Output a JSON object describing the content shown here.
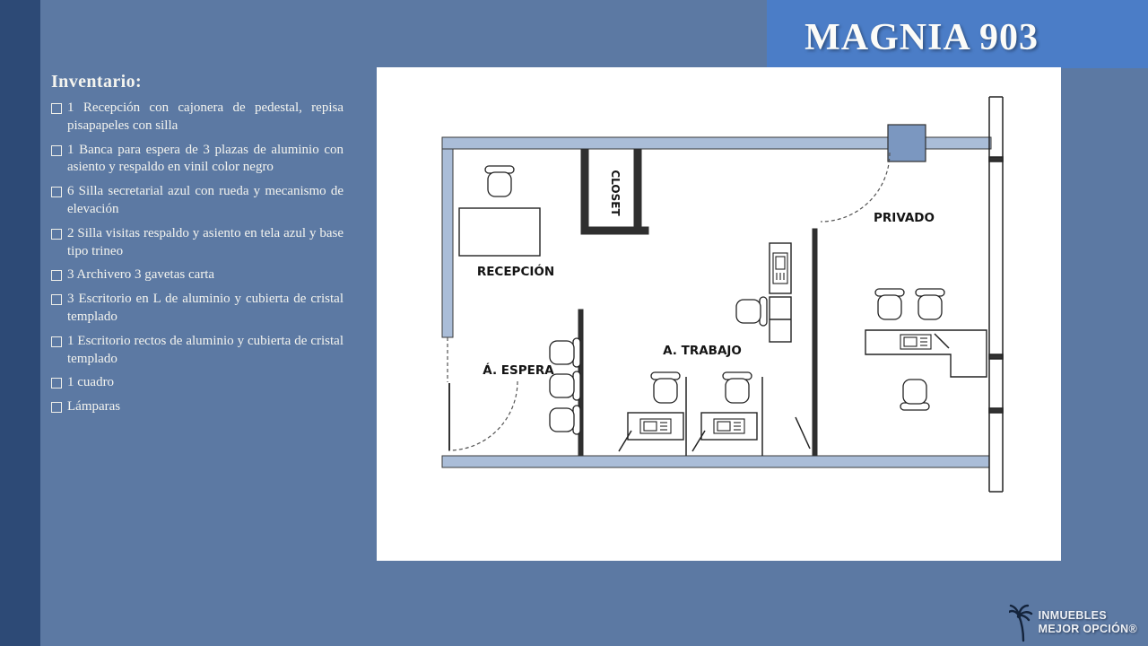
{
  "title": "MAGNIA 903",
  "inventory": {
    "heading": "Inventario:",
    "items": [
      "1 Recepción con cajonera de pedestal, repisa pisapapeles con silla",
      "1 Banca para espera de 3 plazas de aluminio con asiento y respaldo en vinil color negro",
      "6 Silla secretarial azul con rueda y mecanismo de elevación",
      "2 Silla visitas respaldo y asiento en tela azul y base tipo trineo",
      "3 Archivero 3 gavetas carta",
      "3 Escritorio en L de aluminio y cubierta de cristal templado",
      "1 Escritorio rectos de aluminio y cubierta de cristal templado",
      "1 cuadro",
      "Lámparas"
    ]
  },
  "floorplan": {
    "labels": {
      "closet": "CLOSET",
      "privado": "PRIVADO",
      "recepcion": "RECEPCIÓN",
      "espera": "Á. ESPERA",
      "trabajo": "A. TRABAJO"
    }
  },
  "logo": {
    "line1": "INMUEBLES",
    "line2": "MEJOR OPCIÓN®"
  },
  "colors": {
    "background": "#5c79a3",
    "stripe": "#2d4a76",
    "titleBand": "#4b7dc7",
    "wallFill": "#aabdd8",
    "doorBlock": "#7b97c0"
  }
}
